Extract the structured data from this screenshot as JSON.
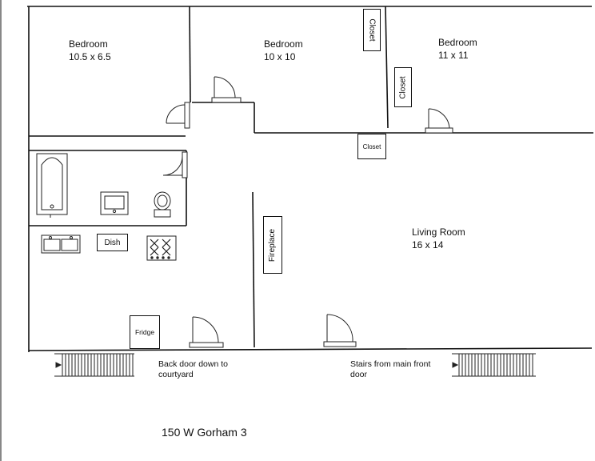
{
  "rooms": {
    "bedroom_left": {
      "name": "Bedroom",
      "size": "10.5 x 6.5"
    },
    "bedroom_middle": {
      "name": "Bedroom",
      "size": "10 x 10"
    },
    "bedroom_right": {
      "name": "Bedroom",
      "size": "11 x 11"
    },
    "living_room": {
      "name": "Living Room",
      "size": "16 x 14"
    }
  },
  "fixtures": {
    "closet_top": "Closet",
    "closet_side": "Closet",
    "closet_small": "Closet",
    "fireplace": "Fireplace",
    "dishwasher": "Dish",
    "fridge": "Fridge"
  },
  "notes": {
    "back_door": "Back door down to courtyard",
    "front_stairs": "Stairs from main front door"
  },
  "caption": "150 W Gorham 3"
}
